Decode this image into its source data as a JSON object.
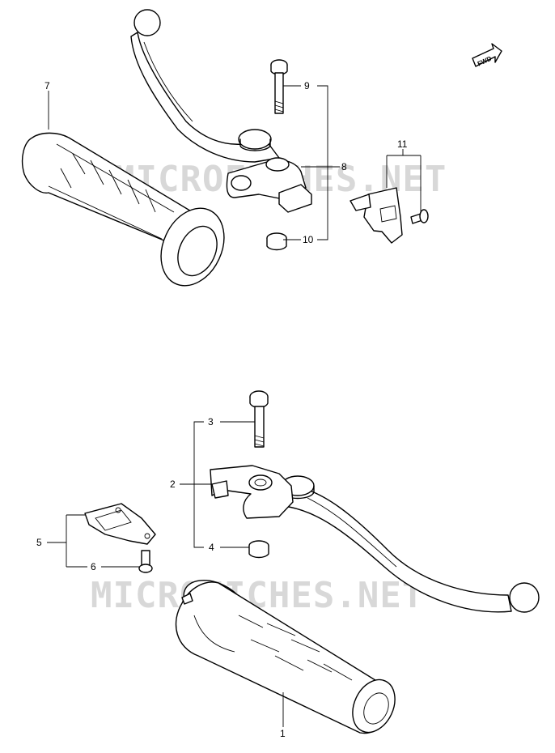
{
  "watermark": "MICROFICHES.NET",
  "fwd_label": "FWD",
  "callouts": {
    "c1": "1",
    "c2": "2",
    "c3": "3",
    "c4": "4",
    "c5": "5",
    "c6": "6",
    "c7": "7",
    "c8": "8",
    "c9": "9",
    "c10": "10",
    "c11": "11"
  }
}
